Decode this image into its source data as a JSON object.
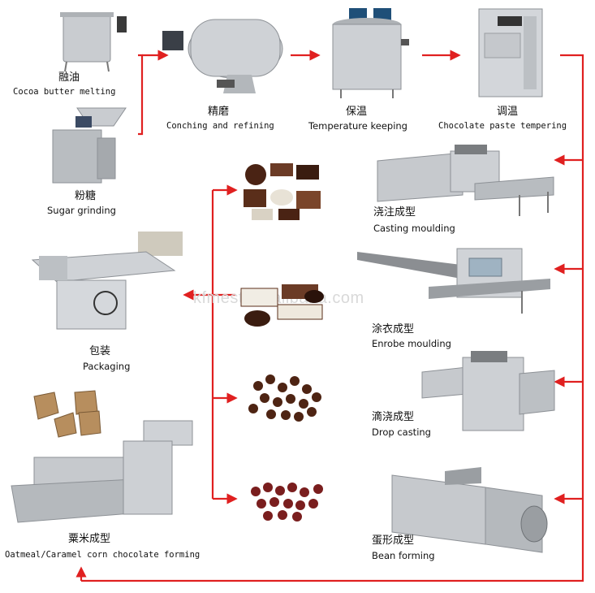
{
  "watermark": "kfmest.en.alibaba.com",
  "steps": {
    "cocoa_melting": {
      "zh": "融油",
      "en": "Cocoa butter melting"
    },
    "sugar_grinding": {
      "zh": "粉糖",
      "en": "Sugar grinding"
    },
    "conching": {
      "zh": "精磨",
      "en": "Conching and refining"
    },
    "temp_keeping": {
      "zh": "保温",
      "en": "Temperature keeping"
    },
    "tempering": {
      "zh": "调温",
      "en": "Chocolate paste tempering"
    },
    "casting": {
      "zh": "浇注成型",
      "en": "Casting moulding"
    },
    "enrobe": {
      "zh": "涂衣成型",
      "en": "Enrobe moulding"
    },
    "drop": {
      "zh": "滴浇成型",
      "en": "Drop casting"
    },
    "bean": {
      "zh": "蛋形成型",
      "en": "Bean forming"
    },
    "oatmeal": {
      "zh": "粟米成型",
      "en": "Oatmeal/Caramel corn chocolate forming"
    },
    "packaging": {
      "zh": "包装",
      "en": "Packaging"
    }
  },
  "colors": {
    "arrow": "#e02020",
    "steel": "#c8cbcf",
    "steel_dark": "#8d9196",
    "chocolate": "#5a2e1a"
  }
}
